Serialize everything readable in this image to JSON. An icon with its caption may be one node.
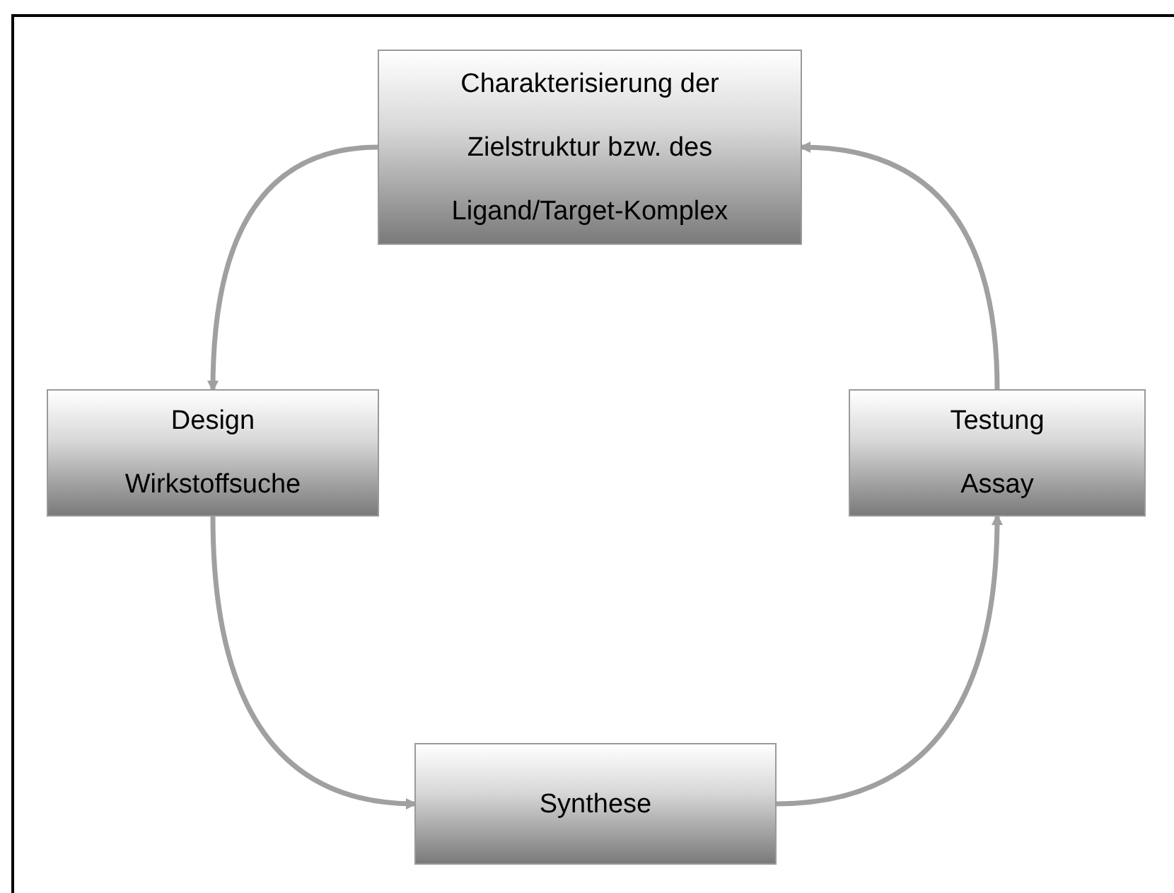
{
  "diagram": {
    "nodes": [
      {
        "text": [
          "Charakterisierung der Zielstruktur bzw. des Ligand/Target-Komplex"
        ]
      },
      {
        "text": [
          "Design",
          "Wirkstoffsuche"
        ]
      },
      {
        "text": [
          "Synthese"
        ]
      },
      {
        "text": [
          "Testung",
          "Assay"
        ]
      }
    ],
    "edges": [
      {
        "from": 0,
        "to": 1,
        "arrow": "to"
      },
      {
        "from": 1,
        "to": 2,
        "arrow": "to"
      },
      {
        "from": 2,
        "to": 3,
        "arrow": "to"
      },
      {
        "from": 3,
        "to": 0,
        "arrow": "to"
      }
    ]
  }
}
